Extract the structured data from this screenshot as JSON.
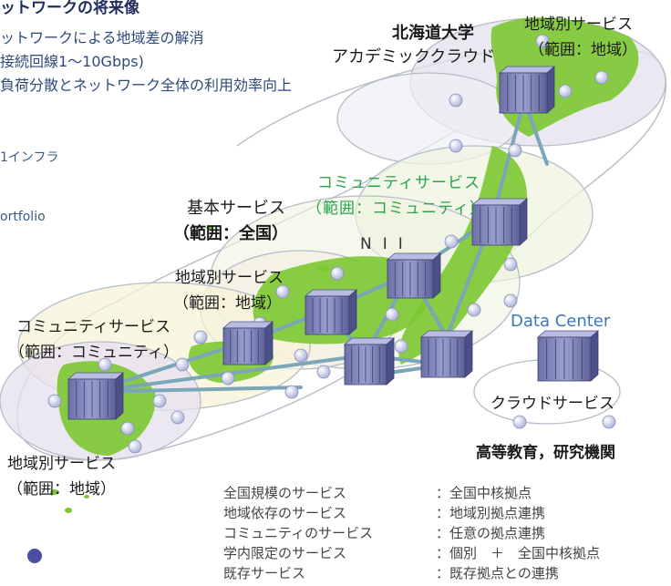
{
  "header": {
    "title": "ットワークの将来像",
    "bullets": [
      "ットワークによる地域差の解消",
      "接続回線1～10Gbps)",
      "負荷分散とネットワーク全体の利用効率向上"
    ]
  },
  "side_fragments": [
    "1インフラ",
    "ortfolio"
  ],
  "labels": {
    "hokkaido_line1": "北海道大学",
    "hokkaido_line2": "アカデミッククラウド",
    "regional_ne_line1": "地域別サービス",
    "regional_ne_line2": "（範囲：地域）",
    "community_center_line1": "コミュニティサービス",
    "community_center_line2": "（範囲：コミュニティ）",
    "basic_line1": "基本サービス",
    "basic_line2": "（範囲：全国）",
    "nii": "NII",
    "regional_mid_line1": "地域別サービス",
    "regional_mid_line2": "（範囲：地域）",
    "community_west_line1": "コミュニティサービス",
    "community_west_line2": "（範囲：コミュニティ）",
    "regional_sw_line1": "地域別サービス",
    "regional_sw_line2": "（範囲：地域）",
    "data_center": "Data Center",
    "cloud_service": "クラウドサービス",
    "higher_edu": "高等教育，研究機関"
  },
  "legend": [
    {
      "service": "全国規模のサービス",
      "scope": "：全国中核拠点"
    },
    {
      "service": "地域依存のサービス",
      "scope": "：地域別拠点連携"
    },
    {
      "service": "コミュニティのサービス",
      "scope": "：任意の拠点連携"
    },
    {
      "service": "学内限定のサービス",
      "scope": "：個別　＋　全国中核拠点"
    },
    {
      "service": "既存サービス",
      "scope": "：既存拠点との連携"
    }
  ],
  "colors": {
    "land": "#7cc832",
    "cloud_stroke": "#b8bcc8",
    "link": "#7aa6b8",
    "server": "#7a7fb0",
    "node": "#c6cbe6",
    "cloud_regional": "#e6e0ee",
    "cloud_community": "#eef4e0"
  }
}
